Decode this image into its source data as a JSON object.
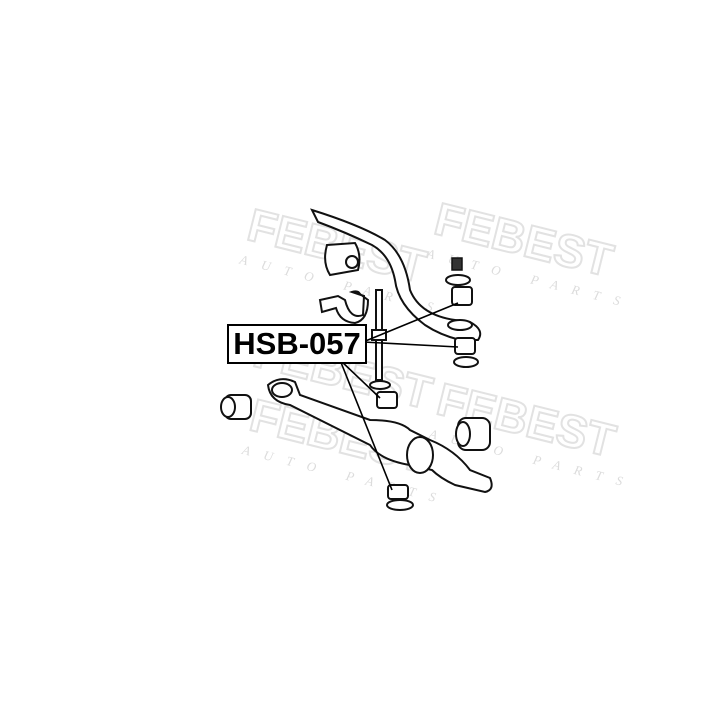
{
  "part_label": "HSB-057",
  "watermark": {
    "brand": "FEBEST",
    "tagline": "AUTO PARTS",
    "color": "#e2e2e2"
  },
  "line_color": "#000000"
}
